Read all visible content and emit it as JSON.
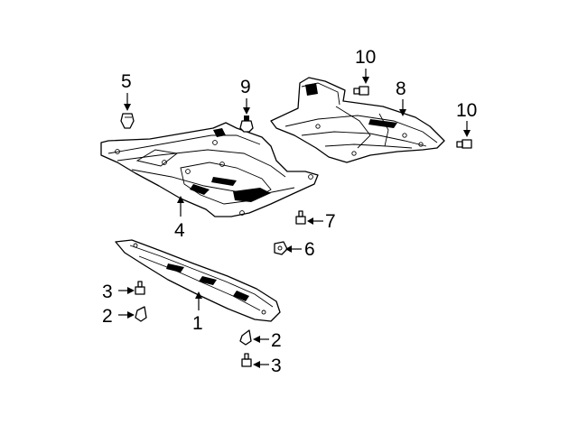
{
  "callouts": {
    "c1": "1",
    "c2a": "2",
    "c2b": "2",
    "c3a": "3",
    "c3b": "3",
    "c4": "4",
    "c5": "5",
    "c6": "6",
    "c7": "7",
    "c8": "8",
    "c9": "9",
    "c10a": "10",
    "c10b": "10"
  }
}
